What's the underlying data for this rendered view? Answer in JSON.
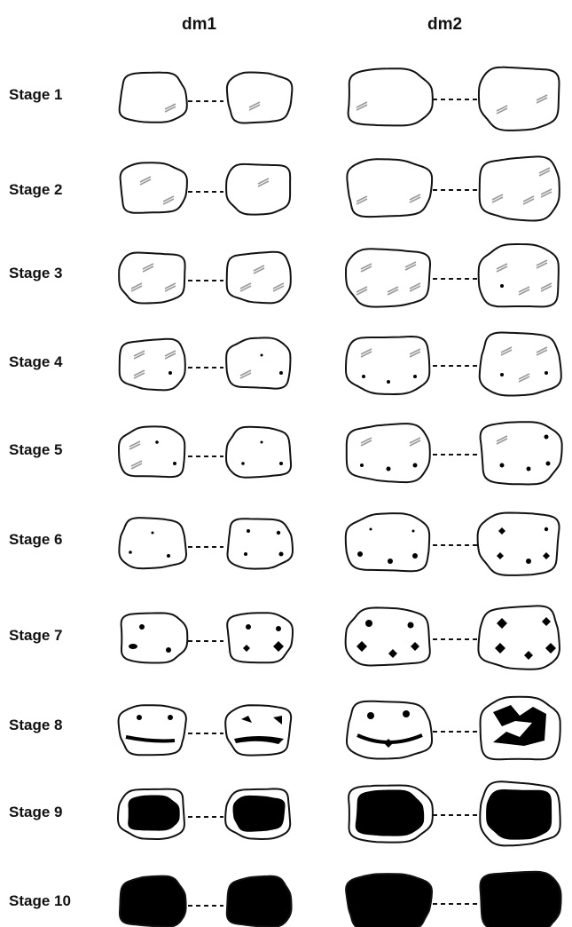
{
  "columns": [
    {
      "label": "dm1"
    },
    {
      "label": "dm2"
    }
  ],
  "stages": [
    {
      "label": "Stage 1"
    },
    {
      "label": "Stage 2"
    },
    {
      "label": "Stage 3"
    },
    {
      "label": "Stage 4"
    },
    {
      "label": "Stage 5"
    },
    {
      "label": "Stage 6"
    },
    {
      "label": "Stage 7"
    },
    {
      "label": "Stage 8"
    },
    {
      "label": "Stage 9"
    },
    {
      "label": "Stage 10"
    }
  ],
  "colors": {
    "ink": "#111111",
    "wear_lines": "#9a9a9a",
    "dentine": "#000000",
    "background": "#ffffff"
  }
}
